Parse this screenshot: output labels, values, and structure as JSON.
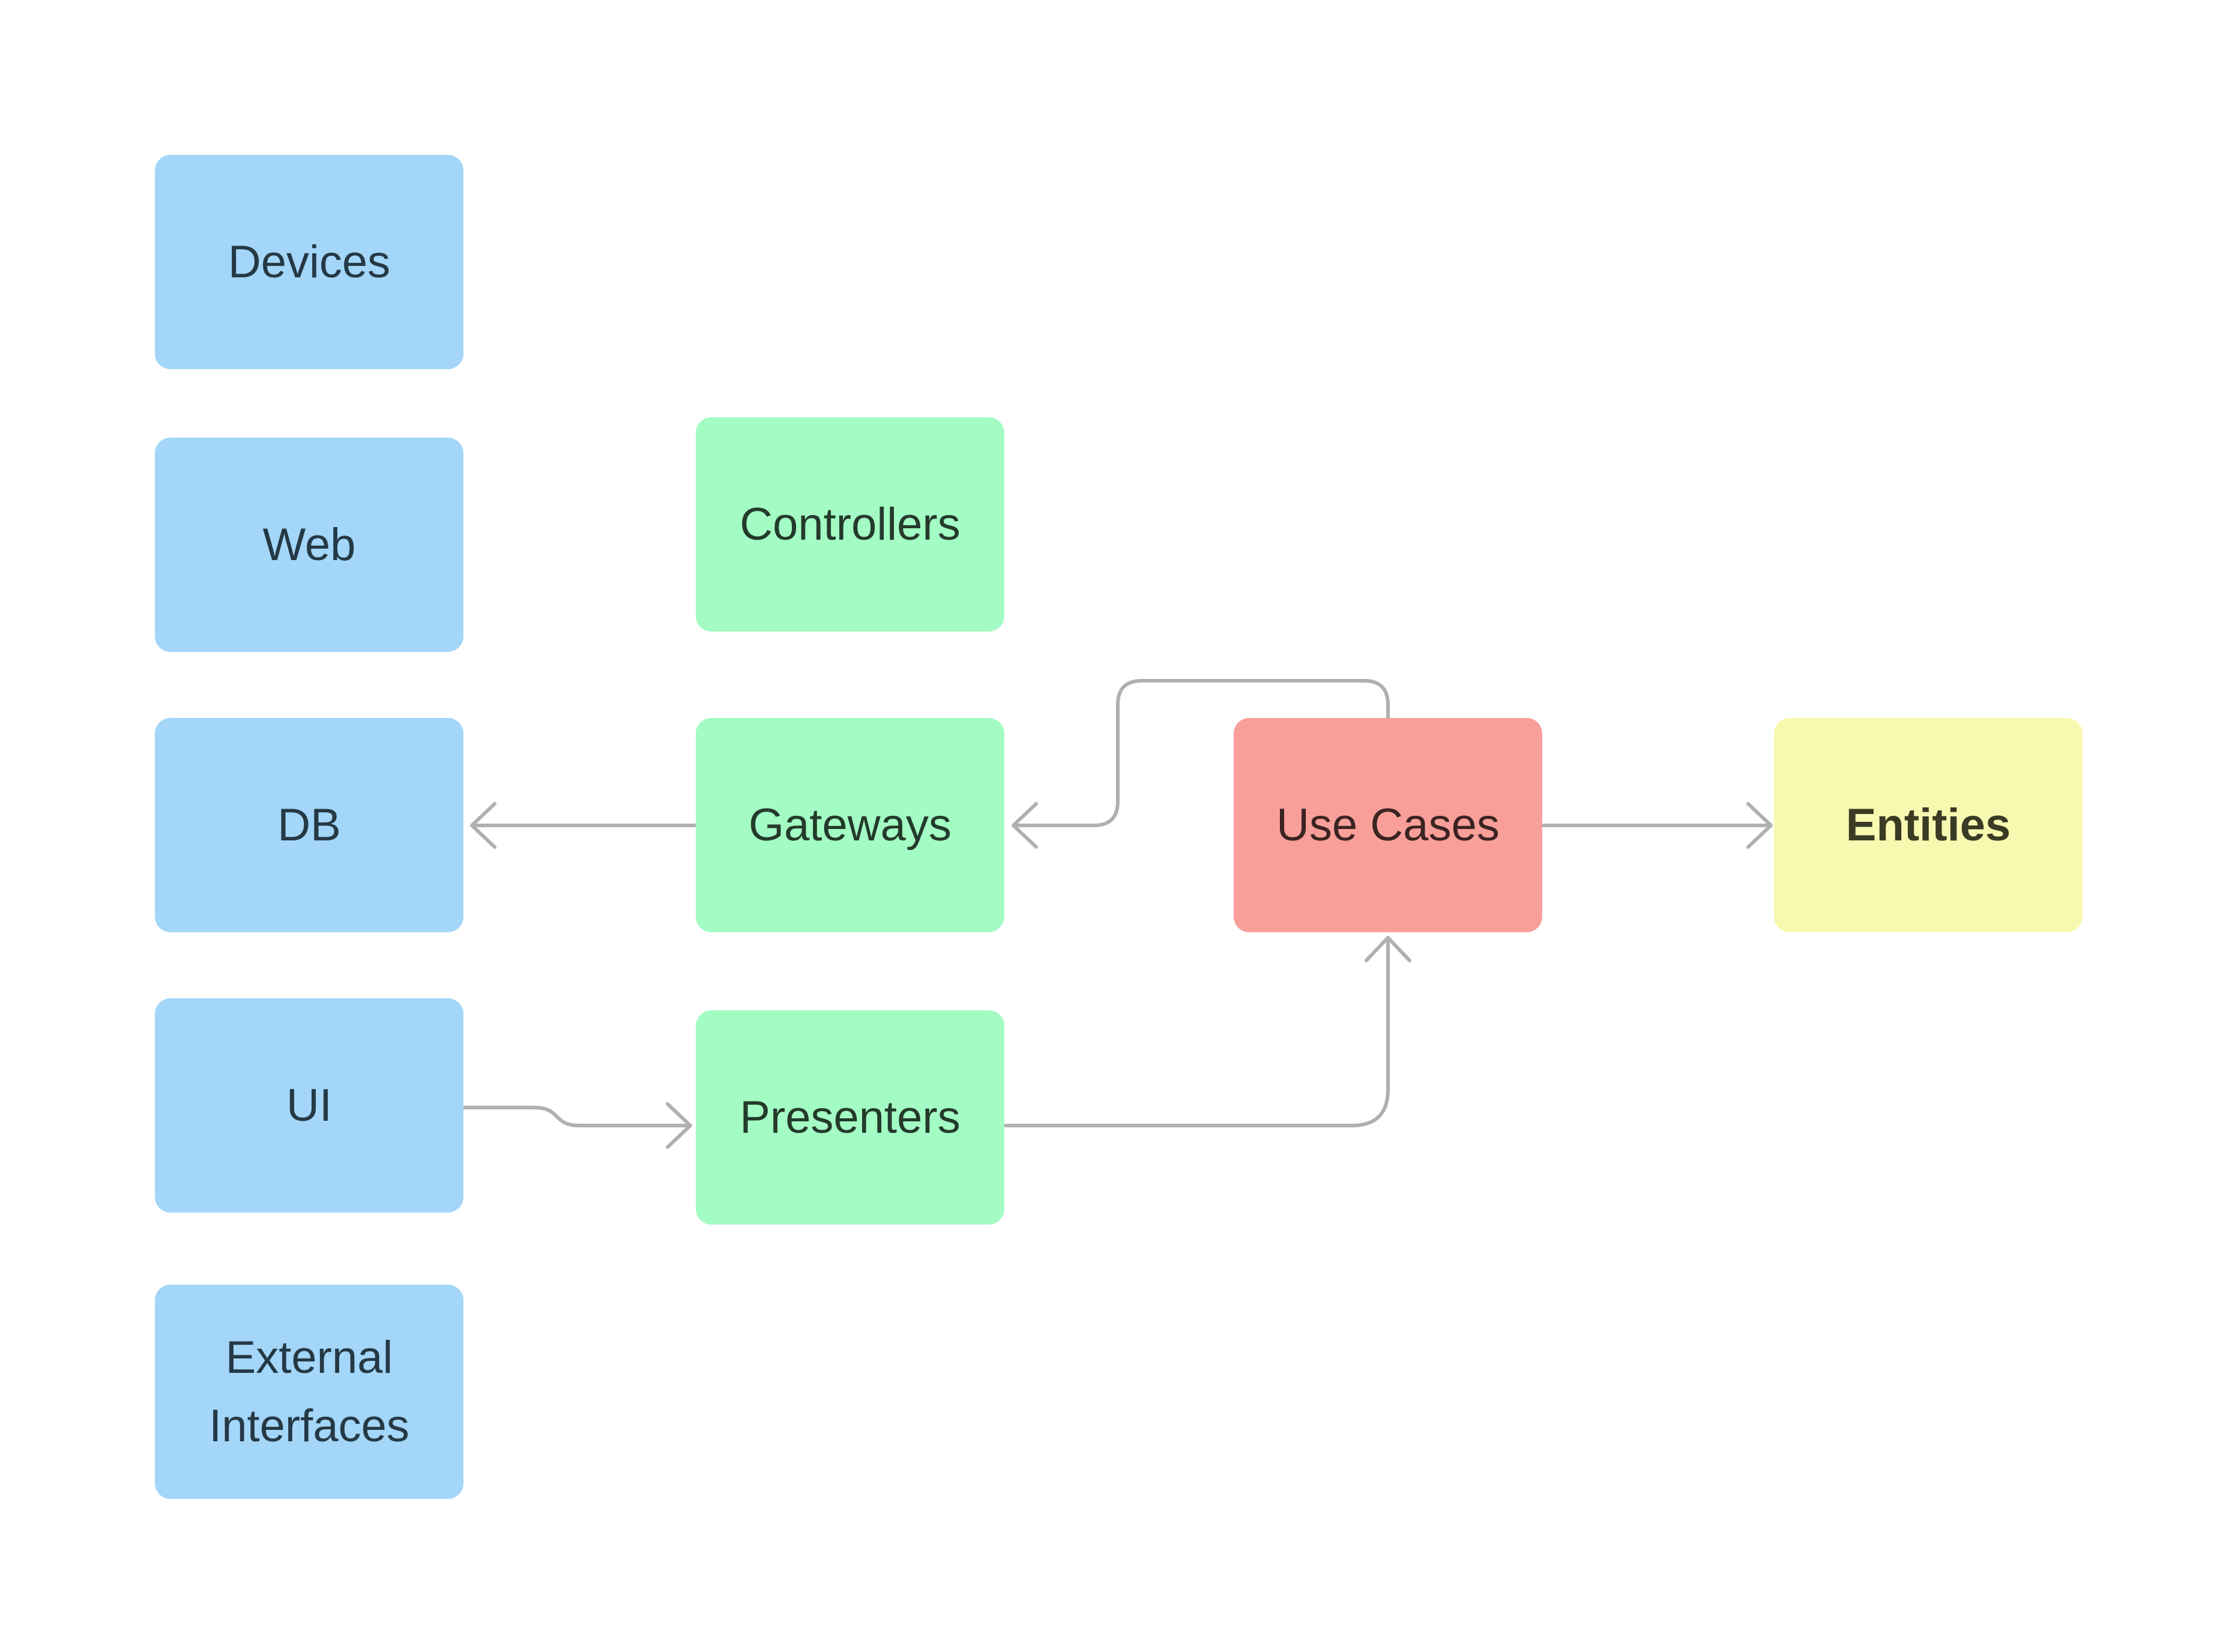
{
  "diagram": {
    "type": "flow-diagram",
    "background": "#ffffff",
    "connector_color": "#b0b0b0",
    "nodes": [
      {
        "id": "devices",
        "label": "Devices",
        "fill": "#a3d6f8",
        "text_color": "#253945",
        "emphasis": "normal"
      },
      {
        "id": "web",
        "label": "Web",
        "fill": "#a3d6f8",
        "text_color": "#253945",
        "emphasis": "normal"
      },
      {
        "id": "db",
        "label": "DB",
        "fill": "#a3d6f8",
        "text_color": "#253945",
        "emphasis": "normal"
      },
      {
        "id": "ui",
        "label": "UI",
        "fill": "#a3d6f8",
        "text_color": "#253945",
        "emphasis": "normal"
      },
      {
        "id": "external-interfaces",
        "label": "External Interfaces",
        "fill": "#a3d6f8",
        "text_color": "#253945",
        "emphasis": "normal"
      },
      {
        "id": "controllers",
        "label": "Controllers",
        "fill": "#a3fcc3",
        "text_color": "#243a2c",
        "emphasis": "normal"
      },
      {
        "id": "gateways",
        "label": "Gateways",
        "fill": "#a3fcc3",
        "text_color": "#243a2c",
        "emphasis": "normal"
      },
      {
        "id": "presenters",
        "label": "Presenters",
        "fill": "#a3fcc3",
        "text_color": "#243a2c",
        "emphasis": "normal"
      },
      {
        "id": "use-cases",
        "label": "Use Cases",
        "fill": "#f99f9a",
        "text_color": "#3b2422",
        "emphasis": "normal"
      },
      {
        "id": "entities",
        "label": "Entities",
        "fill": "#f8f9b0",
        "text_color": "#3a3b24",
        "emphasis": "bold"
      }
    ],
    "edges": [
      {
        "from": "gateways",
        "to": "db",
        "style": "straight",
        "arrowhead": "open-chevron-left"
      },
      {
        "from": "use-cases",
        "to": "gateways",
        "style": "elbow",
        "arrowhead": "open-chevron-left"
      },
      {
        "from": "ui",
        "to": "presenters",
        "style": "s-jog",
        "arrowhead": "open-chevron-right"
      },
      {
        "from": "presenters",
        "to": "use-cases",
        "style": "elbow",
        "arrowhead": "open-chevron-up"
      },
      {
        "from": "use-cases",
        "to": "entities",
        "style": "straight",
        "arrowhead": "open-chevron-right"
      }
    ]
  }
}
